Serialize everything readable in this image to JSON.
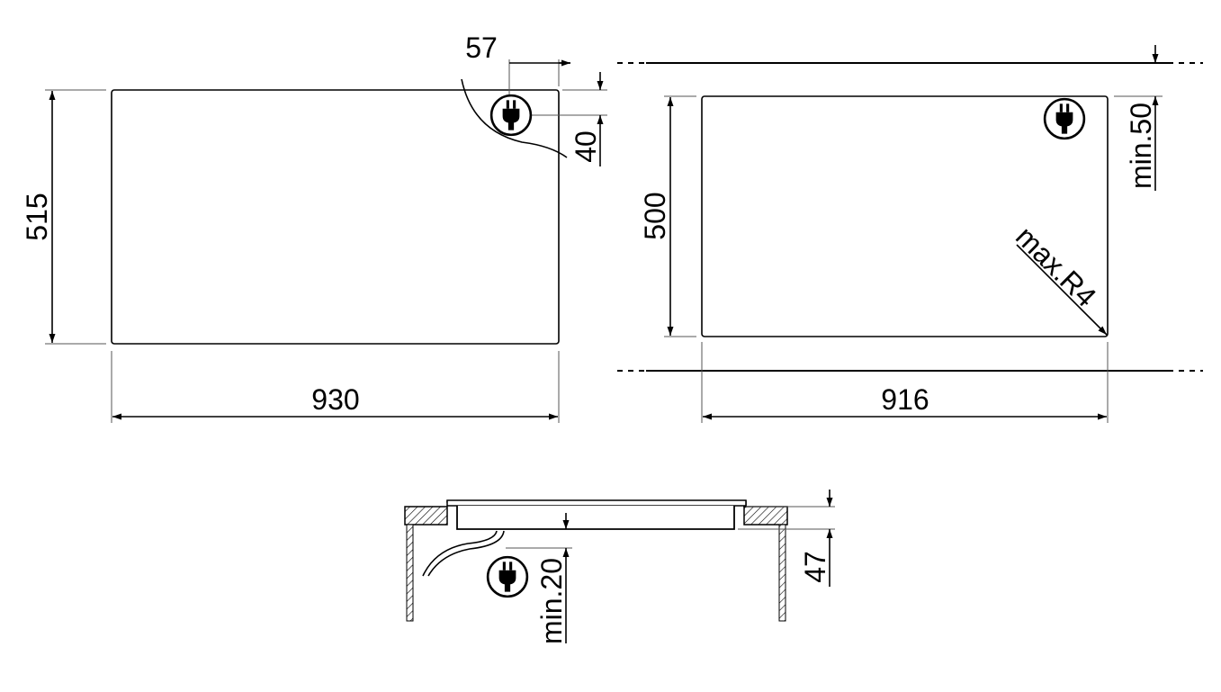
{
  "top_view": {
    "width_label": "930",
    "depth_label": "515",
    "plug_offset_x_label": "57",
    "plug_offset_y_label": "40"
  },
  "cutout_view": {
    "width_label": "916",
    "depth_label": "500",
    "clearance_label": "min.50",
    "radius_label": "max.R4"
  },
  "section_view": {
    "thickness_label": "47",
    "clearance_label": "min.20"
  },
  "icons": {
    "plug": "plug-icon"
  }
}
